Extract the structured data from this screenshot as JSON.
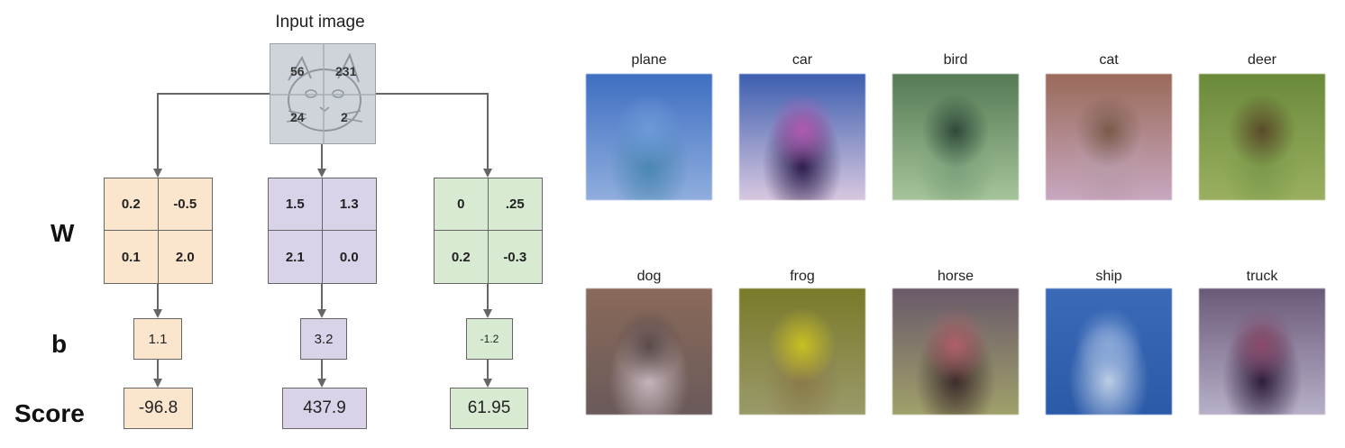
{
  "input": {
    "title": "Input image",
    "pixels": [
      "56",
      "231",
      "24",
      "2"
    ]
  },
  "row_labels": {
    "w": "W",
    "b": "b",
    "score": "Score"
  },
  "columns": [
    {
      "w": [
        "0.2",
        "-0.5",
        "0.1",
        "2.0"
      ],
      "b": "1.1",
      "score": "-96.8",
      "fill": "#fbe5cd"
    },
    {
      "w": [
        "1.5",
        "1.3",
        "2.1",
        "0.0"
      ],
      "b": "3.2",
      "score": "437.9",
      "fill": "#d9d2e9"
    },
    {
      "w": [
        "0",
        ".25",
        "0.2",
        "-0.3"
      ],
      "b": "-1.2",
      "score": "61.95",
      "fill": "#d9ead3"
    }
  ],
  "classes": [
    {
      "label": "plane",
      "colors": [
        "#3f6fc2",
        "#6c9ad8",
        "#4a86b0",
        "#90aede"
      ]
    },
    {
      "label": "car",
      "colors": [
        "#3d5fb0",
        "#b05ab0",
        "#2a1a4a",
        "#d8c8e0"
      ]
    },
    {
      "label": "bird",
      "colors": [
        "#557a55",
        "#2f4a3a",
        "#7aa07a",
        "#a6c49a"
      ]
    },
    {
      "label": "cat",
      "colors": [
        "#9a6a5a",
        "#7a5a4a",
        "#b89aa8",
        "#c8a8c0"
      ]
    },
    {
      "label": "deer",
      "colors": [
        "#6a8a3a",
        "#5a4a2a",
        "#7a9a4a",
        "#9ab060"
      ]
    },
    {
      "label": "dog",
      "colors": [
        "#8a6a5a",
        "#5a4a4a",
        "#c8b8c0",
        "#6a5a5a"
      ]
    },
    {
      "label": "frog",
      "colors": [
        "#7a7a2a",
        "#c8c020",
        "#8a7a4a",
        "#9a9a6a"
      ]
    },
    {
      "label": "horse",
      "colors": [
        "#6a5a6a",
        "#b0606a",
        "#3a2a2a",
        "#a0a06a"
      ]
    },
    {
      "label": "ship",
      "colors": [
        "#3a6ab8",
        "#8aa8d8",
        "#c0d0e8",
        "#2a5aa8"
      ]
    },
    {
      "label": "truck",
      "colors": [
        "#6a5a7a",
        "#8a4a6a",
        "#2a1a3a",
        "#b8b0c8"
      ]
    }
  ]
}
